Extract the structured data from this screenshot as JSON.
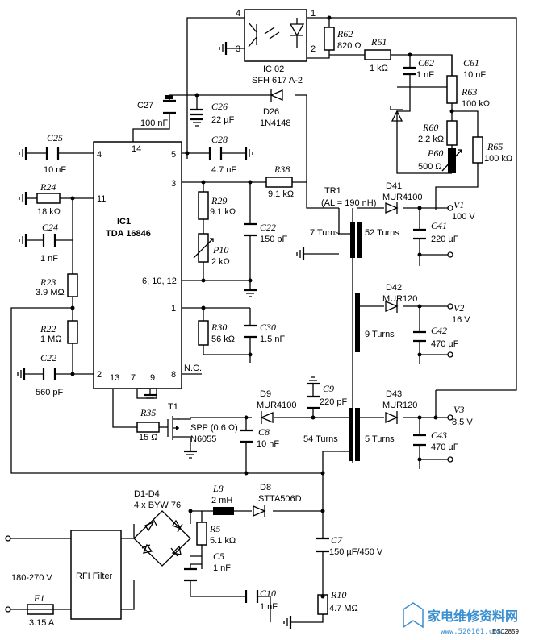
{
  "ic1": {
    "ref": "IC1",
    "part": "TDA 16846",
    "pins": {
      "p4": "4",
      "p14": "14",
      "p5": "5",
      "p11": "11",
      "p3": "3",
      "p6_10_12": "6, 10, 12",
      "p1": "1",
      "p2": "2",
      "p13": "13",
      "p7": "7",
      "p9": "9",
      "p8": "8",
      "nc": "N.C."
    }
  },
  "ic02": {
    "ref": "IC 02",
    "part": "SFH 617 A-2",
    "pin4": "4",
    "pin1": "1",
    "pin3": "3",
    "pin2": "2"
  },
  "labels": {
    "c25": "C25",
    "c25v": "10 nF",
    "r24": "R24",
    "r24v": "18 kΩ",
    "c24": "C24",
    "c24v": "1 nF",
    "r23": "R23",
    "r23v": "3.9 MΩ",
    "r22": "R22",
    "r22v": "1 MΩ",
    "c22": "C22",
    "c22v": "560 pF",
    "c27": "C27",
    "c27v": "100 nF",
    "c26": "C26",
    "c26v": "22 µF",
    "d26": "D26",
    "d26v": "1N4148",
    "c28": "C28",
    "c28v": "4.7 nF",
    "r38": "R38",
    "r38v": "9.1 kΩ",
    "r29": "R29",
    "r29v": "9.1 kΩ",
    "p10": "P10",
    "p10v": "2 kΩ",
    "c22b": "C22",
    "c22bv": "150 pF",
    "r30": "R30",
    "r30v": "56 kΩ",
    "c30": "C30",
    "c30v": "1.5 nF",
    "r62": "R62",
    "r62v": "820 Ω",
    "r61": "R61",
    "r61v": "1 kΩ",
    "c62": "C62",
    "c62v": "1 nF",
    "c61": "C61",
    "c61v": "10 nF",
    "r63": "R63",
    "r63v": "100 kΩ",
    "r60": "R60",
    "r60v": "2.2 kΩ",
    "p60": "P60",
    "p60v": "500 Ω",
    "r65": "R65",
    "r65v": "100 kΩ",
    "tr1": "TR1",
    "tr1al": "(AL = 190 nH)",
    "t7": "7 Turns",
    "t52": "52 Turns",
    "t9": "9 Turns",
    "t54": "54 Turns",
    "t5": "5 Turns",
    "d41": "D41",
    "d41v": "MUR4100",
    "v1": "V1",
    "v1v": "100 V",
    "c41": "C41",
    "c41v": "220 µF",
    "d42": "D42",
    "d42v": "MUR120",
    "v2": "V2",
    "v2v": "16 V",
    "c42": "C42",
    "c42v": "470 µF",
    "d43": "D43",
    "d43v": "MUR120",
    "v3": "V3",
    "v3v": "8.5 V",
    "c43": "C43",
    "c43v": "470 µF",
    "d9": "D9",
    "d9v": "MUR4100",
    "c9": "C9",
    "c9v": "220 pF",
    "c8": "C8",
    "c8v": "10 nF",
    "r35": "R35",
    "r35v": "15 Ω",
    "t1": "T1",
    "t1v": "SPP (0.6 Ω)",
    "t1p": "N6055",
    "d1d4": "D1-D4",
    "d1d4v": "4 x BYW 76",
    "l8": "L8",
    "l8v": "2 mH",
    "d8": "D8",
    "d8v": "STTA506D",
    "r5": "R5",
    "r5v": "5.1 kΩ",
    "c5": "C5",
    "c5v": "1 nF",
    "c7": "C7",
    "c7v": "150 µF/450 V",
    "c10": "C10",
    "c10v": "1 nF",
    "r10": "R10",
    "r10v": "4.7 MΩ",
    "rfi": "RFI Filter",
    "vin": "180-270 V",
    "f1": "F1",
    "f1v": "3.15 A"
  },
  "corner_code": "ES02859",
  "watermark": {
    "text": "家电维修资料网",
    "url": "www.520101.com"
  }
}
